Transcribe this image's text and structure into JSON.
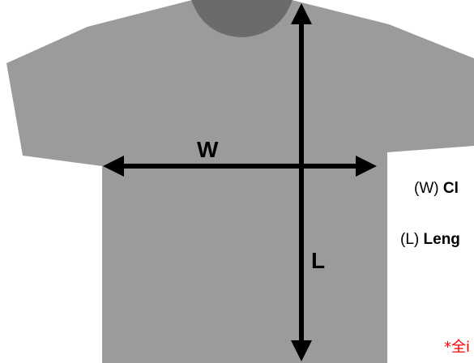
{
  "colors": {
    "shirt": "#9b9b9b",
    "collar": "#6b6b6b",
    "arrow": "#000000",
    "footnote": "#ff0000"
  },
  "diagram": {
    "width_symbol": "W",
    "length_symbol": "L"
  },
  "legend": {
    "width_key": "(W)",
    "width_term": "Cl",
    "length_key": "(L)",
    "length_term": "Leng"
  },
  "footnote": "*全i"
}
